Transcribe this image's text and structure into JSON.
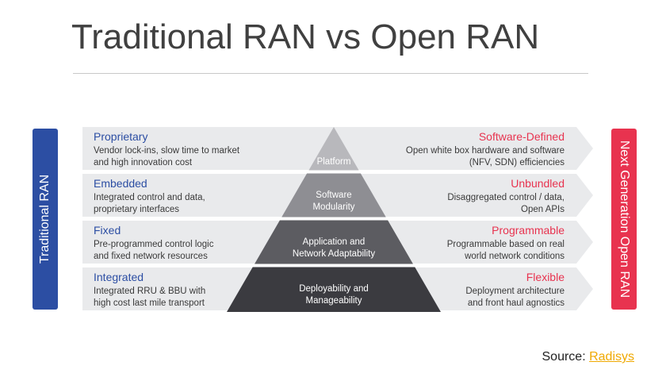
{
  "title": "Traditional RAN vs Open RAN",
  "left_label": "Traditional RAN",
  "right_label": "Next Generation Open RAN",
  "rows": [
    {
      "left_head": "Proprietary",
      "left_lines": [
        "Vendor lock-ins, slow time to market",
        "and high innovation cost"
      ],
      "right_head": "Software-Defined",
      "right_lines": [
        "Open white box hardware and software",
        "(NFV, SDN) efficiencies"
      ],
      "pyramid_lines": [
        "Platform"
      ]
    },
    {
      "left_head": "Embedded",
      "left_lines": [
        "Integrated control and data,",
        "proprietary interfaces"
      ],
      "right_head": "Unbundled",
      "right_lines": [
        "Disaggregated control / data,",
        "Open APIs"
      ],
      "pyramid_lines": [
        "Software",
        "Modularity"
      ]
    },
    {
      "left_head": "Fixed",
      "left_lines": [
        "Pre-programmed control logic",
        "and fixed network resources"
      ],
      "right_head": "Programmable",
      "right_lines": [
        "Programmable based on real",
        "world network conditions"
      ],
      "pyramid_lines": [
        "Application and",
        "Network Adaptability"
      ]
    },
    {
      "left_head": "Integrated",
      "left_lines": [
        "Integrated RRU & BBU with",
        "high cost last mile transport"
      ],
      "right_head": "Flexible",
      "right_lines": [
        "Deployment architecture",
        "and front haul agnostics"
      ],
      "pyramid_lines": [
        "Deployability and",
        "Manageability"
      ]
    }
  ],
  "source": {
    "label": "Source:",
    "link": "Radisys"
  },
  "colors": {
    "traditional": "#2c4ea3",
    "open": "#e8334f",
    "band": "#e9eaec",
    "pyramid": [
      "#b8b8bc",
      "#8e8e93",
      "#5c5c61",
      "#3b3b40"
    ],
    "source_link": "#f0a900"
  }
}
